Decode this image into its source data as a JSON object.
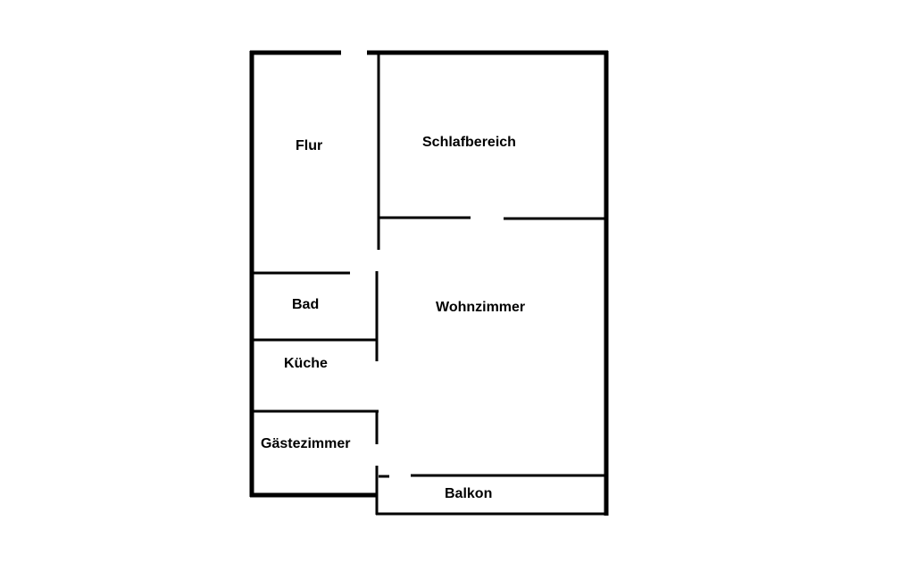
{
  "colors": {
    "background": "#ffffff",
    "wall": "#000000",
    "label": "#000000"
  },
  "rooms": {
    "flur": "Flur",
    "schlafbereich": "Schlafbereich",
    "bad": "Bad",
    "wohnzimmer": "Wohnzimmer",
    "kueche": "Küche",
    "gaestezimmer": "Gästezimmer",
    "balkon": "Balkon"
  }
}
